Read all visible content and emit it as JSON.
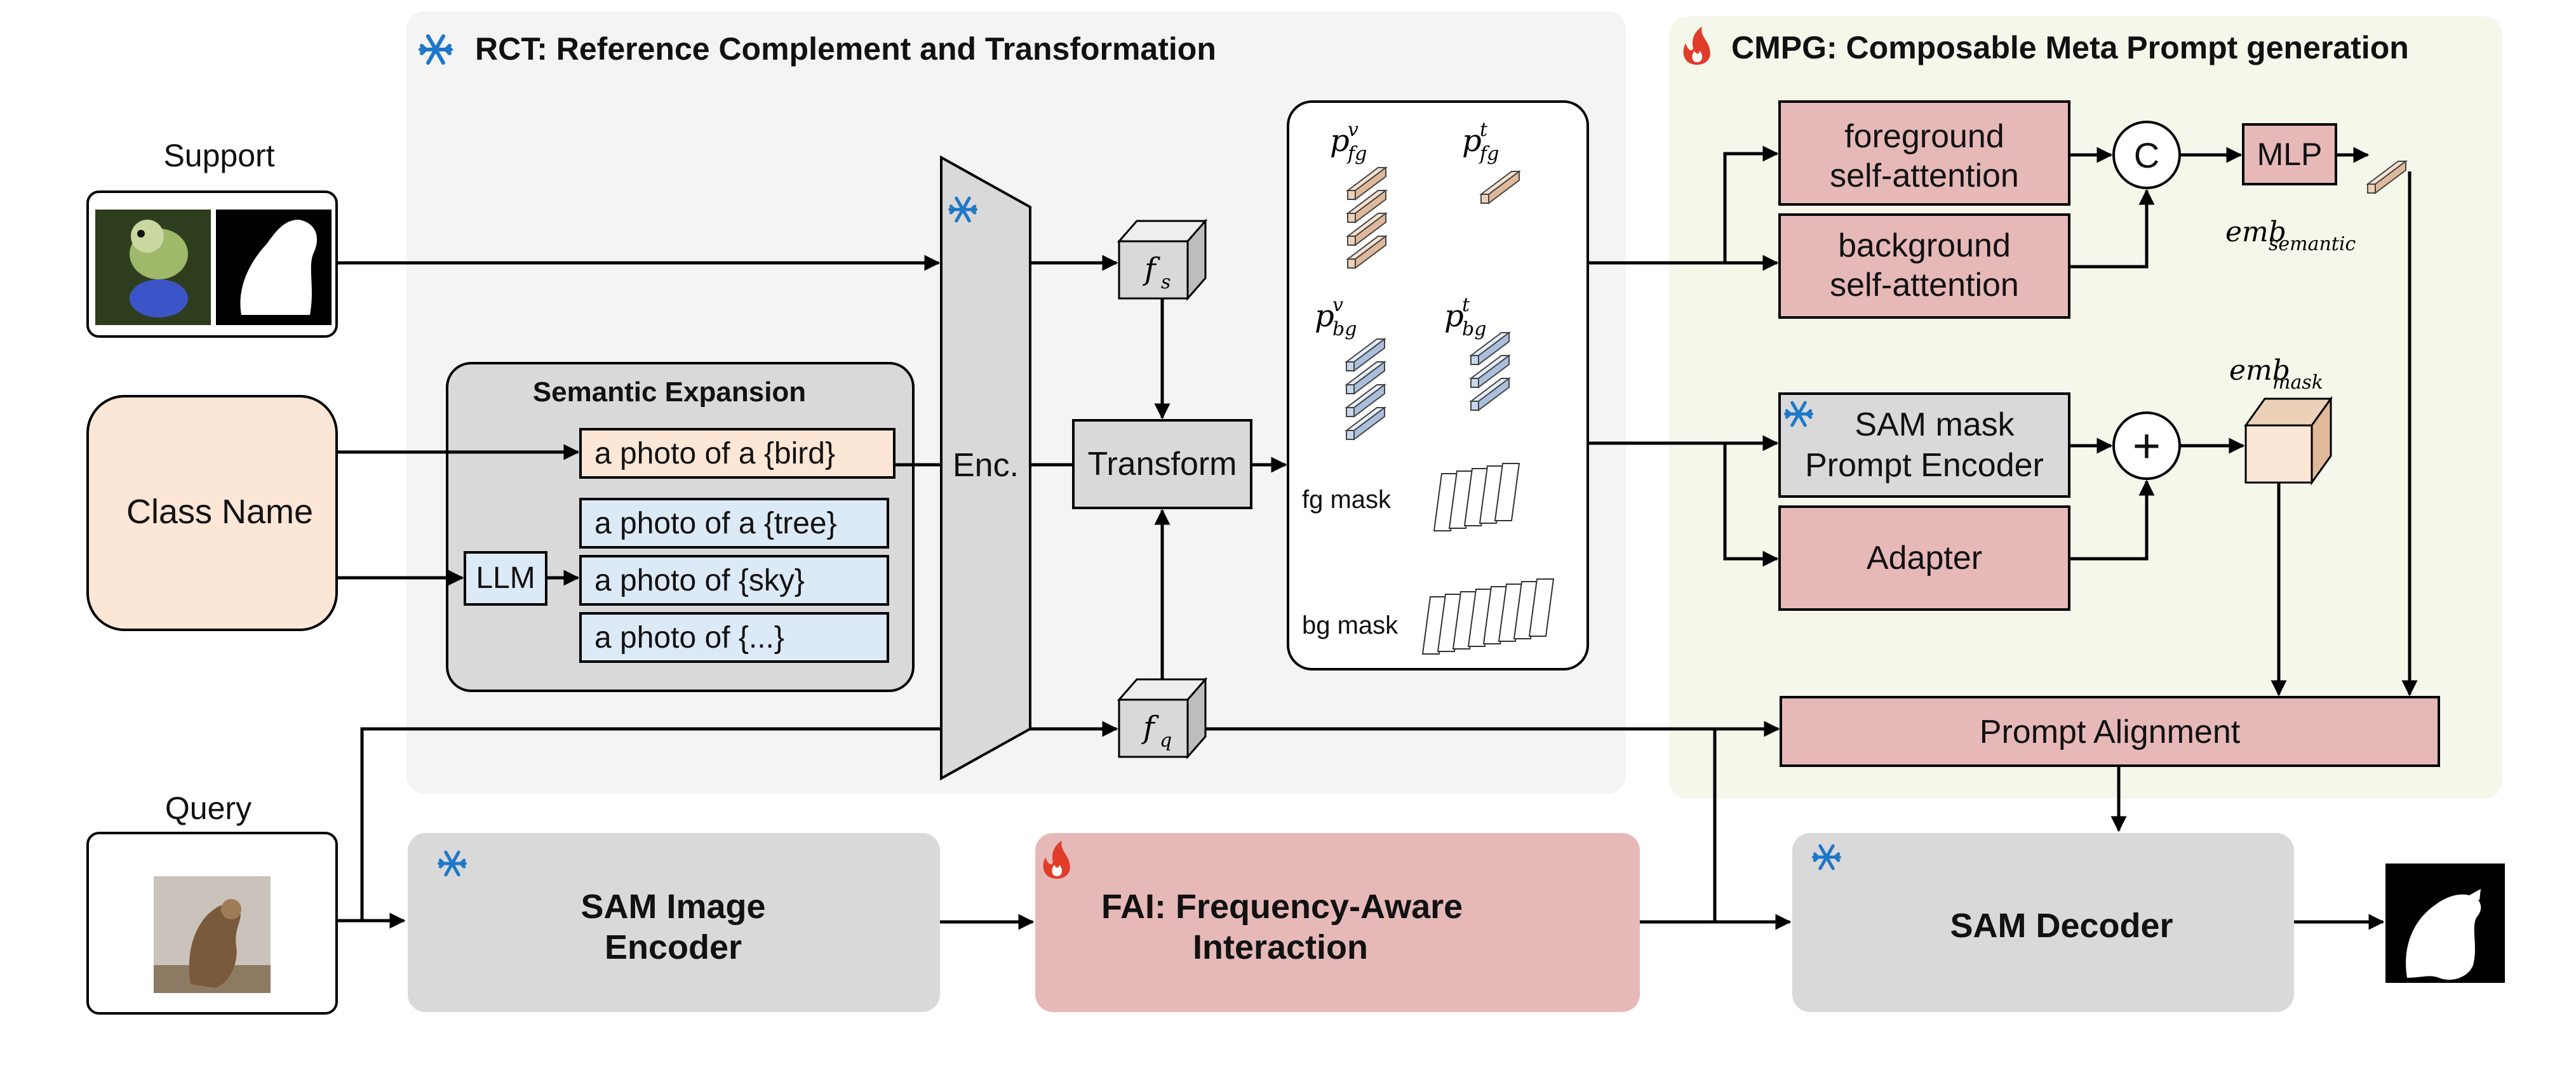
{
  "rct": {
    "title": "RCT:  Reference Complement and Transformation"
  },
  "cmpg": {
    "title": "CMPG:  Composable Meta Prompt generation"
  },
  "inputs": {
    "support_label": "Support",
    "class_name": "Class Name",
    "query_label": "Query"
  },
  "semantic_expansion": {
    "title": "Semantic Expansion",
    "llm": "LLM",
    "prompts": [
      "a photo of a {bird}",
      "a photo of a {tree}",
      "a photo of {sky}",
      "a photo of {...}"
    ]
  },
  "encoder": {
    "label": "Enc."
  },
  "features": {
    "fs": "f",
    "fs_sub": "s",
    "fq": "f",
    "fq_sub": "q"
  },
  "transform": {
    "label": "Transform"
  },
  "prompt_panel": {
    "pv_fg": "p",
    "pv_fg_sup": "v",
    "pv_fg_sub": "fg",
    "pt_fg": "p",
    "pt_fg_sup": "t",
    "pt_fg_sub": "fg",
    "pv_bg": "p",
    "pv_bg_sup": "v",
    "pv_bg_sub": "bg",
    "pt_bg": "p",
    "pt_bg_sup": "t",
    "pt_bg_sub": "bg",
    "fg_mask": "fg mask",
    "bg_mask": "bg mask"
  },
  "attention": {
    "fg_line1": "foreground",
    "fg_line2": "self-attention",
    "bg_line1": "background",
    "bg_line2": "self-attention",
    "concat": "C",
    "mlp": "MLP"
  },
  "embeddings": {
    "semantic": "emb",
    "semantic_sub": "semantic",
    "mask": "emb",
    "mask_sub": "mask"
  },
  "mask_branch": {
    "sam_line1": "SAM mask",
    "sam_line2": "Prompt Encoder",
    "adapter": "Adapter",
    "plus": "+"
  },
  "prompt_alignment": {
    "label": "Prompt Alignment"
  },
  "bottom": {
    "sam_enc_line1": "SAM Image",
    "sam_enc_line2": "Encoder",
    "fai_line1": "FAI: Frequency-Aware",
    "fai_line2": "Interaction",
    "sam_decoder": "SAM Decoder"
  },
  "colors": {
    "frozen_blue": "#1e78c8",
    "trainable_red": "#e03c2a",
    "pink_box": "#e6b9b8",
    "gray_box": "#d9d9d9",
    "rct_bg": "#f4f4f4",
    "cmpg_bg": "#f4f7ea",
    "text_blue_box": "#dce9f6",
    "bird_box": "#fce6d6"
  }
}
